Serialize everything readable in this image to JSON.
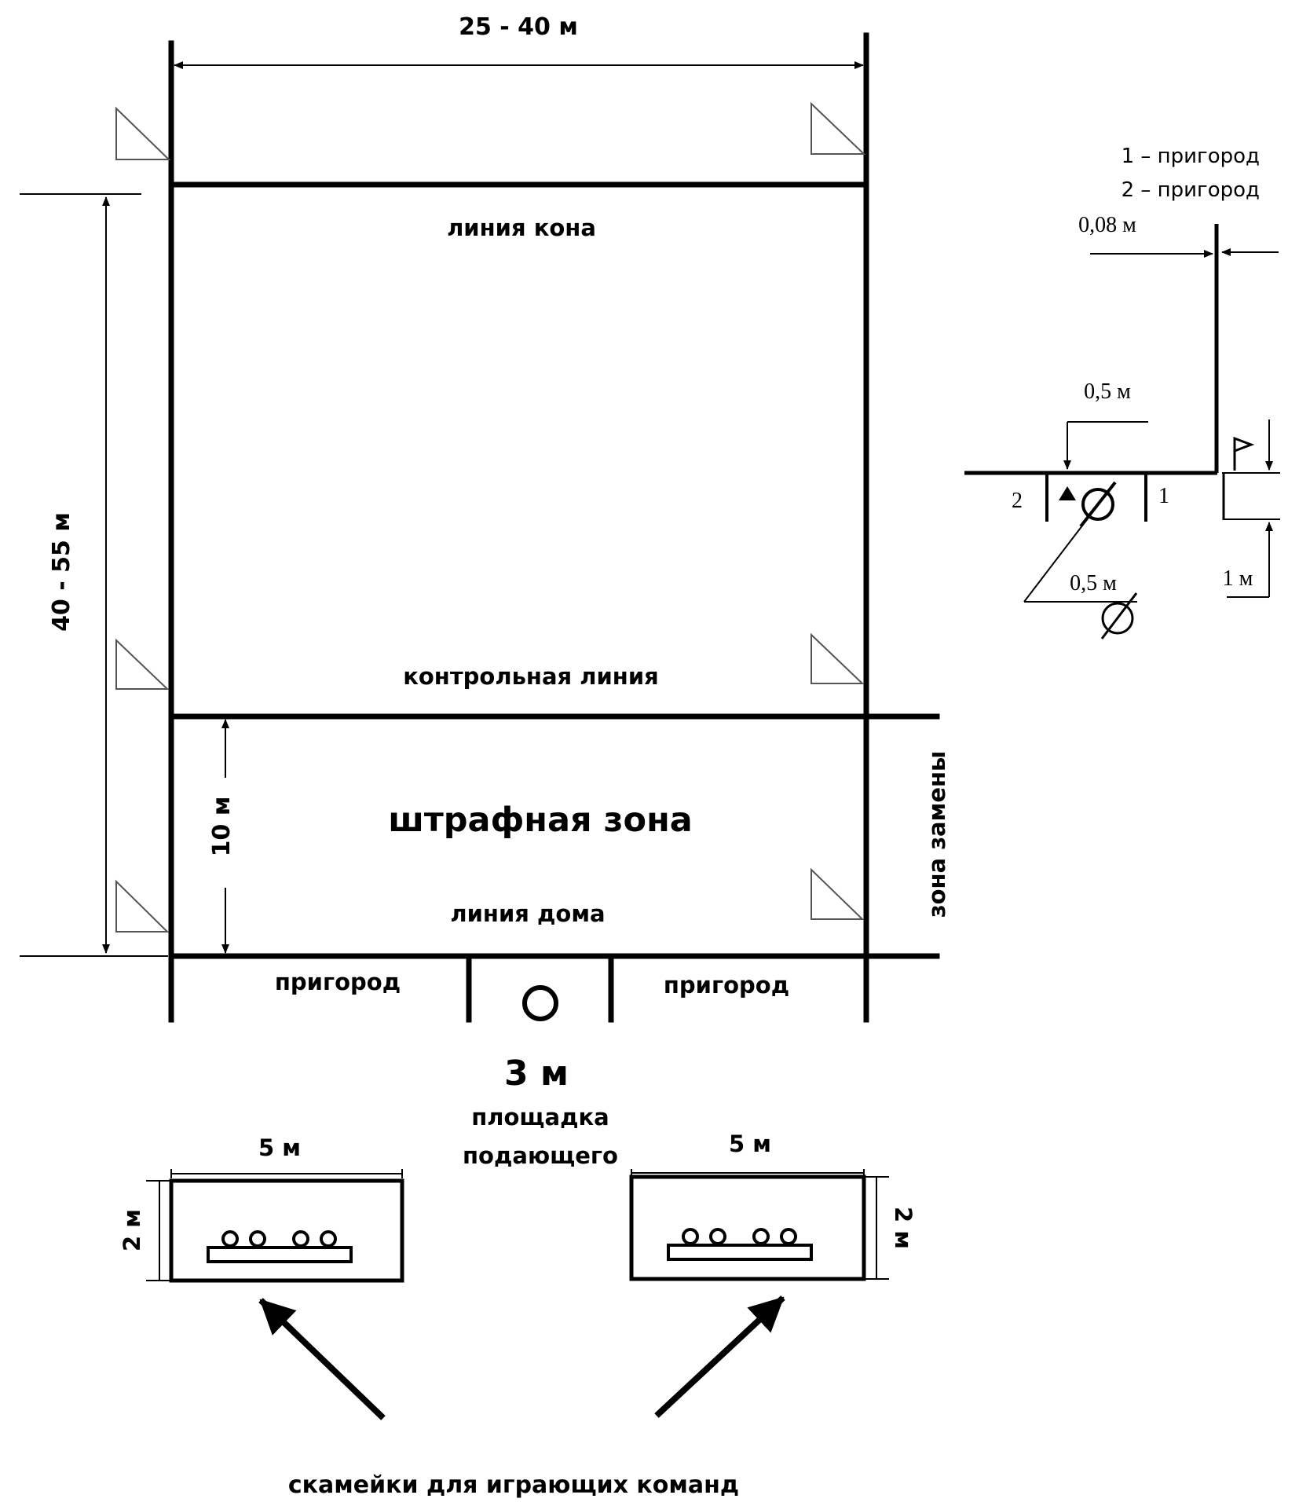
{
  "field": {
    "width_dim": "25 - 40 м",
    "length_dim": "40 - 55 м",
    "zone_dim": "10 м",
    "line_kon": "линия кона",
    "control_line": "контрольная линия",
    "penalty_zone": "штрафная зона",
    "line_dom": "линия дома",
    "substitution_zone": "зона замены",
    "suburb_left": "пригород",
    "suburb_right": "пригород",
    "server_width": "3 м",
    "server_label_1": "площадка",
    "server_label_2": "подающего"
  },
  "benches": {
    "left_width": "5 м",
    "left_height": "2 м",
    "right_width": "5 м",
    "right_height": "2 м",
    "caption": "скамейки для играющих команд"
  },
  "detail": {
    "legend_1": "1 – пригород",
    "legend_2": "2 – пригород",
    "line_width": "0,08 м",
    "offset": "0,5 м",
    "diameter": "0,5 м",
    "depth": "1 м",
    "mark_1": "1",
    "mark_2": "2"
  }
}
